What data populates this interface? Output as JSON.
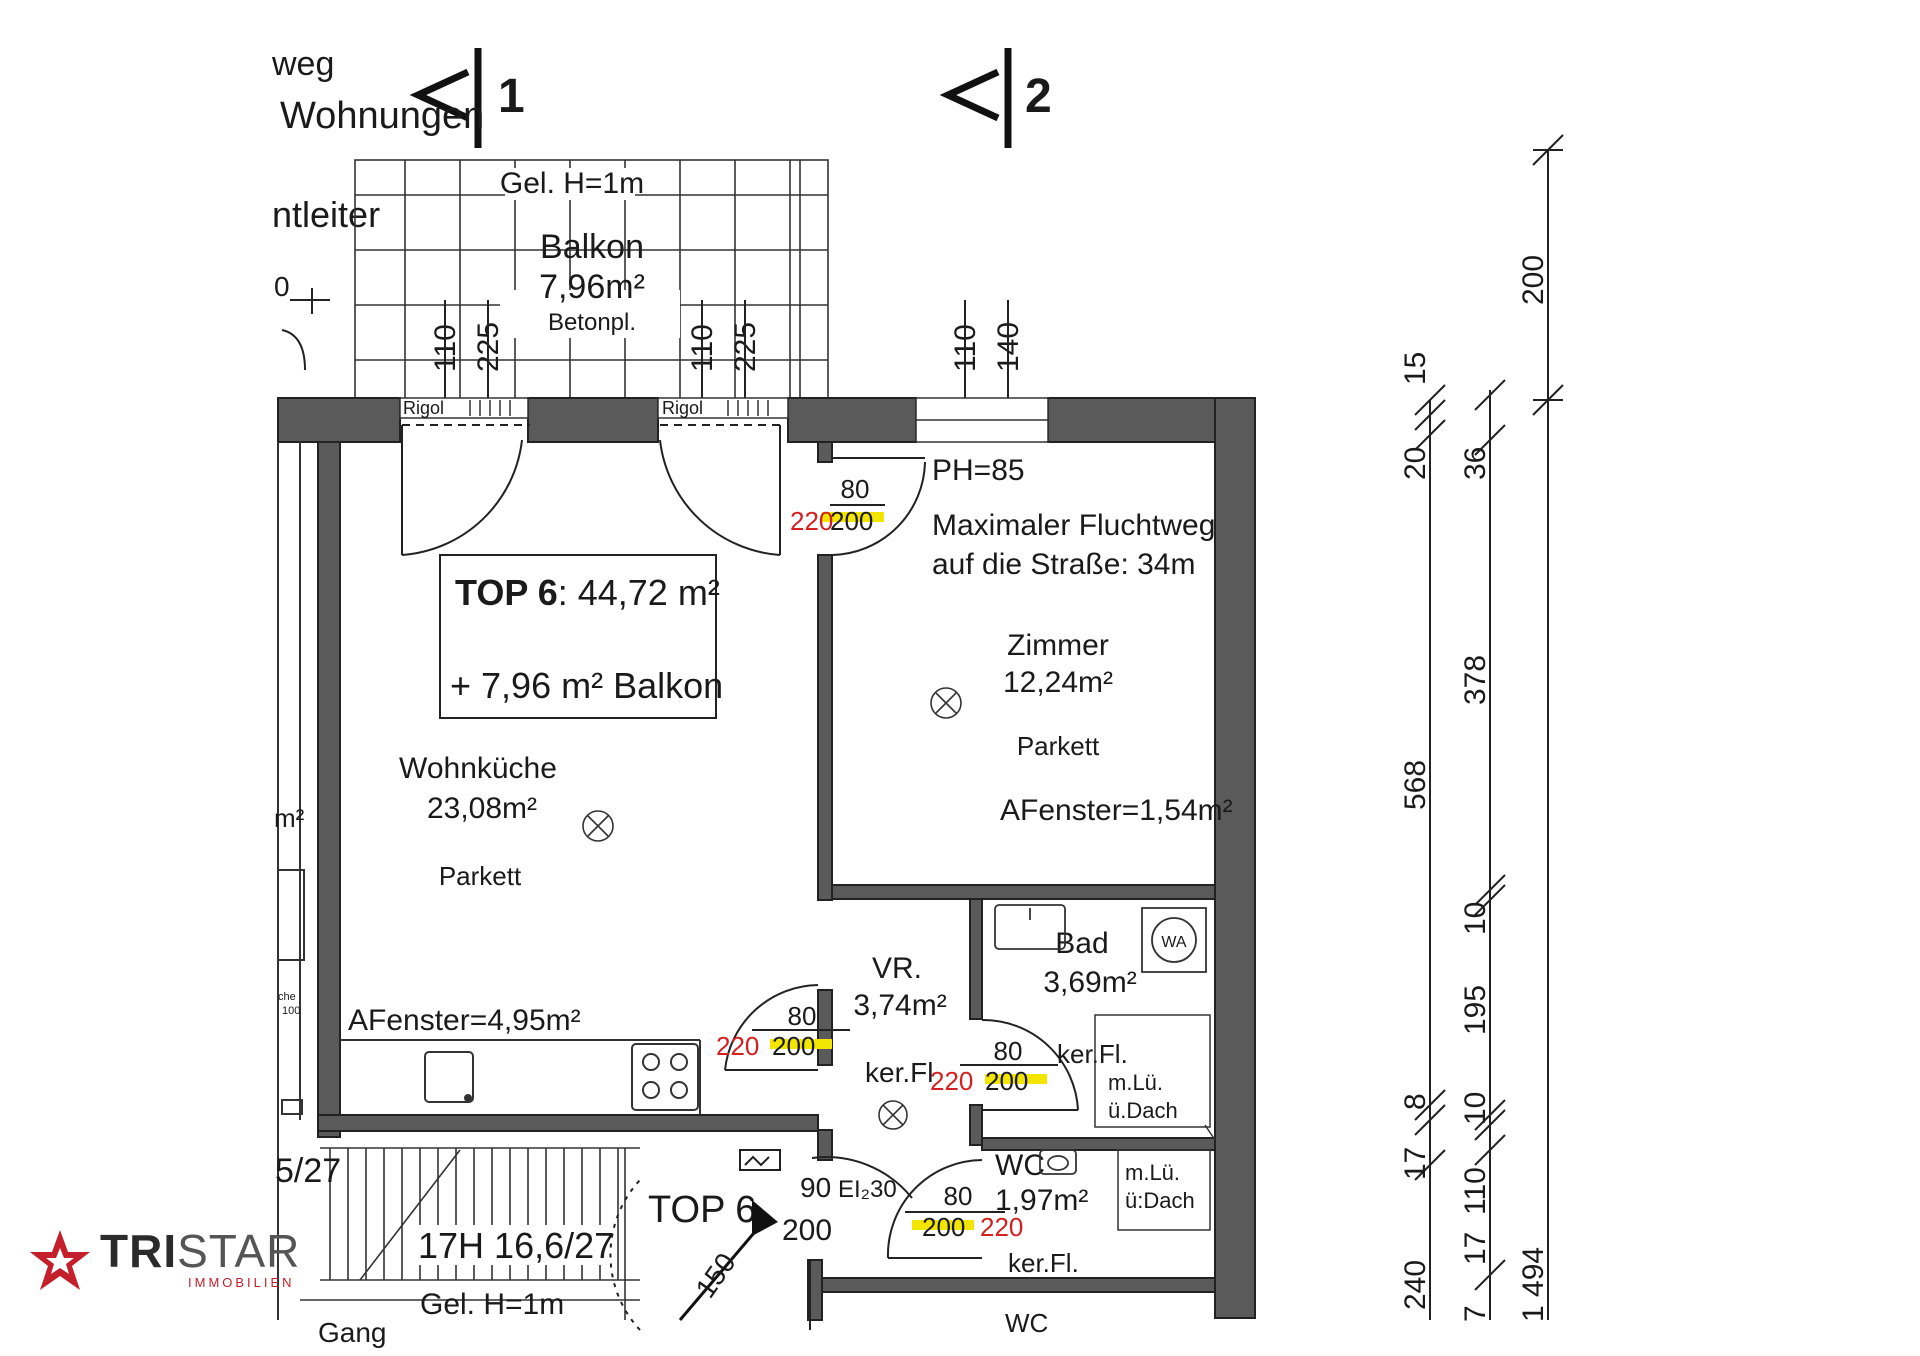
{
  "labels": {
    "weg": "weg",
    "wohnungen": "Wohnungen",
    "leiter": "ntleiter",
    "zero": "0",
    "m2_fragment": "m²",
    "dim_27": "5/27",
    "che": "che",
    "hundred": "100"
  },
  "sections": [
    {
      "mark": "1"
    },
    {
      "mark": "2"
    }
  ],
  "balcony": {
    "gel": "Gel. H=1m",
    "name": "Balkon",
    "area": "7,96m²",
    "surface": "Betonpl."
  },
  "openings": {
    "w1_a": "110",
    "w1_b": "225",
    "w2_a": "110",
    "w2_b": "225",
    "w3_a": "110",
    "w3_b": "140",
    "rigol1": "Rigol",
    "rigol2": "Rigol"
  },
  "doors": {
    "d1_w": "80",
    "d1_h_red": "220",
    "d1_h": "200",
    "d2_w": "80",
    "d2_h_red": "220",
    "d2_h": "200",
    "d3_w": "80",
    "d3_h_red": "220",
    "d3_h": "200",
    "d4_w": "80",
    "d4_h": "200",
    "d4_h_red": "220",
    "entry_w": "90",
    "entry_type": "EI₂30",
    "entry_h": "200"
  },
  "unit": {
    "top_label": "TOP 6",
    "area": ": 44,72 m²",
    "extra": "+ 7,96 m² Balkon"
  },
  "rooms": {
    "wohn_name": "Wohnküche",
    "wohn_area": "23,08m²",
    "wohn_floor": "Parkett",
    "wohn_window": "AFenster=4,95m²",
    "zimmer_ph": "PH=85",
    "flucht1": "Maximaler Fluchtweg",
    "flucht2": "auf die Straße: 34m",
    "zimmer_name": "Zimmer",
    "zimmer_area": "12,24m²",
    "zimmer_floor": "Parkett",
    "zimmer_window": "AFenster=1,54m²",
    "vr_name": "VR.",
    "vr_area": "3,74m²",
    "vr_floor": "ker.Fl",
    "bad_name": "Bad",
    "bad_area": "3,69m²",
    "bad_floor": "ker.Fl.",
    "bad_vent1": "m.Lü.",
    "bad_vent2": "ü.Dach",
    "wc_name": "WC",
    "wc_area": "1,97m²",
    "wc_floor": "ker.Fl.",
    "wc_vent1": "m.Lü.",
    "wc_vent2": "ü:Dach",
    "wc2_name": "WC"
  },
  "stairs": {
    "steps": "17H 16,6/27",
    "gel": "Gel. H=1m",
    "gang": "Gang",
    "top_label": "TOP 6",
    "radius": "150"
  },
  "dimensions": {
    "c1": [
      "15",
      "20",
      "568",
      "8",
      "17",
      "240"
    ],
    "c2": [
      "36",
      "378",
      "10",
      "195",
      "10",
      "110",
      "17",
      "7"
    ],
    "c3": [
      "200",
      "1 494"
    ]
  },
  "logo": {
    "name_bold": "TRI",
    "name_light": "STAR",
    "sub": "IMMOBILIEN",
    "accent": "#c41f2a"
  },
  "colors": {
    "wall": "#5a5a5a",
    "highlight": "#f2e600",
    "red_text": "#d42020"
  }
}
